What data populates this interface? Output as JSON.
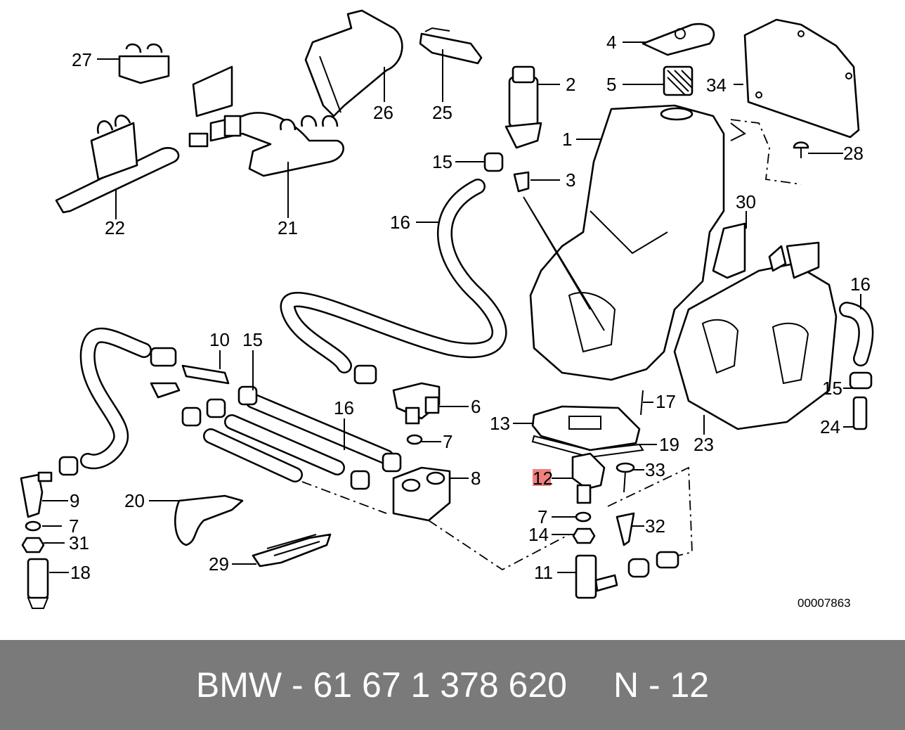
{
  "diagram": {
    "reference_number": "00007863",
    "highlighted_callout": "12",
    "highlight_color": "#f08080",
    "callouts": [
      "27",
      "26",
      "25",
      "2",
      "4",
      "5",
      "34",
      "22",
      "21",
      "15",
      "1",
      "3",
      "28",
      "16",
      "30",
      "16",
      "10",
      "15",
      "16",
      "6",
      "17",
      "15",
      "13",
      "19",
      "24",
      "7",
      "23",
      "8",
      "12",
      "33",
      "9",
      "20",
      "7",
      "7",
      "32",
      "31",
      "14",
      "18",
      "29",
      "11"
    ]
  },
  "footer": {
    "part_number": "BMW - 61 67 1 378 620",
    "position": "N - 12",
    "background": "#7a7a7a"
  }
}
